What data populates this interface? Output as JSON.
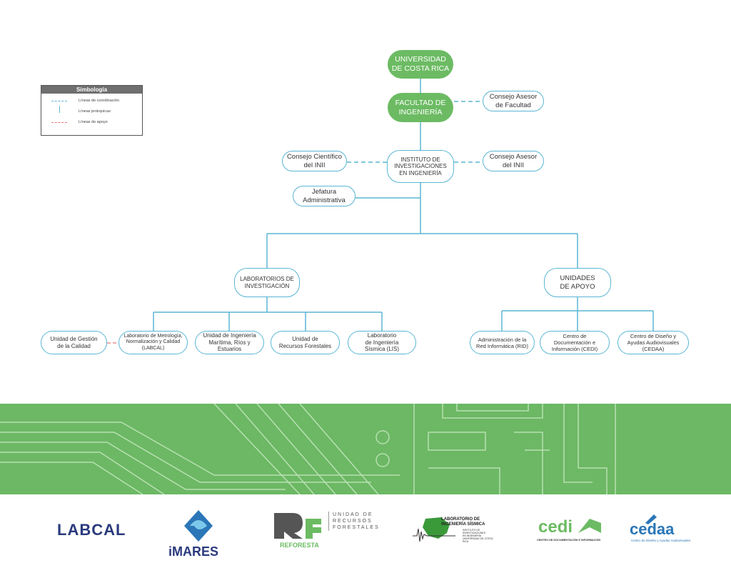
{
  "legend": {
    "title": "Simbología",
    "coordination": "Líneas de coordinación",
    "hierarchy": "Líneas jerárquicas",
    "support": "Líneas de apoyo"
  },
  "nodes": {
    "ucr": "UNIVERSIDAD\nDE COSTA RICA",
    "facultad": "FACULTAD DE\nINGENIERÍA",
    "consejo_facultad": "Consejo Asesor\nde Facultad",
    "inii": "INSTITUTO DE\nINVESTIGACIONES\nEN INGENIERÍA",
    "consejo_cientifico": "Consejo Científico\ndel INII",
    "consejo_inii": "Consejo Asesor\ndel INII",
    "jefatura": "Jefatura\nAdministrativa",
    "laboratorios": "LABORATORIOS DE\nINVESTIGACIÓN",
    "unidades": "UNIDADES\nDE APOYO",
    "gestion": "Unidad de Gestión\nde la Calidad",
    "labcal": "Laboratorio de Metrología,\nNormalización y Calidad\n(LABCAL)",
    "imares": "Unidad de Ingeniería\nMarítima, Ríos y\nEstuarios",
    "forestales": "Unidad de\nRecursos Forestales",
    "lis": "Laboratorio\nde Ingeniería\nSísmica (LIS)",
    "rid": "Administración de la\nRed Informática (RID)",
    "cedi": "Centro de\nDocumentación e\nInformación (CEDI)",
    "cedaa": "Centro de Diseño y\nAyudas Audiovisuales\n(CEDAA)"
  },
  "logos": {
    "labcal": "LABCAL",
    "imares": "iMARES",
    "reforesta_top": "UNIDAD DE\nRECURSOS\nFORESTALES",
    "reforesta_bottom": "REFORESTA",
    "lis_title": "LABORATORIO DE\nINGENIERÍA SÍSMICA",
    "lis_sub": "INSTITUTO DE\nINVESTIGACIONES\nEN INGENIERÍA\nUNIVERSIDAD DE COSTA RICA",
    "cedi": "cedi",
    "cedi_sub": "CENTRO DE DOCUMENTACIÓN E INFORMACIÓN",
    "cedaa": "cedaa",
    "cedaa_sub": "Centro de Diseño y Ayudas Audiovisuales"
  },
  "colors": {
    "green": "#6cbb63",
    "blue_line": "#5ab6d4",
    "support_line": "#e87a7a"
  }
}
